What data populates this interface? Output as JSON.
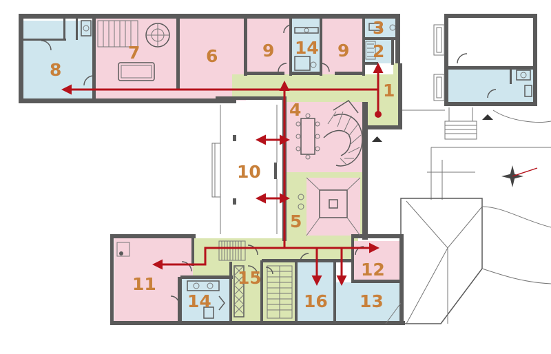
{
  "colors": {
    "private": "#f6d3dc",
    "service": "#cfe6ee",
    "circulation": "#dbe6b2",
    "wall": "#5a5a5a",
    "route": "#b5121b",
    "room_number": "#c8803a"
  },
  "rooms": [
    {
      "id": "r1",
      "label": "1",
      "zone": "circulation"
    },
    {
      "id": "r2",
      "label": "2",
      "zone": "service"
    },
    {
      "id": "r3",
      "label": "3",
      "zone": "service"
    },
    {
      "id": "r4",
      "label": "4",
      "zone": "private"
    },
    {
      "id": "r5",
      "label": "5",
      "zone": "circulation"
    },
    {
      "id": "r6",
      "label": "6",
      "zone": "private"
    },
    {
      "id": "r7",
      "label": "7",
      "zone": "private"
    },
    {
      "id": "r8",
      "label": "8",
      "zone": "service"
    },
    {
      "id": "r9a",
      "label": "9",
      "zone": "private"
    },
    {
      "id": "r9b",
      "label": "9",
      "zone": "private"
    },
    {
      "id": "r10",
      "label": "10",
      "zone": "open"
    },
    {
      "id": "r11",
      "label": "11",
      "zone": "private"
    },
    {
      "id": "r12",
      "label": "12",
      "zone": "private"
    },
    {
      "id": "r13",
      "label": "13",
      "zone": "service"
    },
    {
      "id": "r14a",
      "label": "14",
      "zone": "service"
    },
    {
      "id": "r14b",
      "label": "14",
      "zone": "service"
    },
    {
      "id": "r15",
      "label": "15",
      "zone": "circulation"
    },
    {
      "id": "r16",
      "label": "16",
      "zone": "service"
    }
  ]
}
